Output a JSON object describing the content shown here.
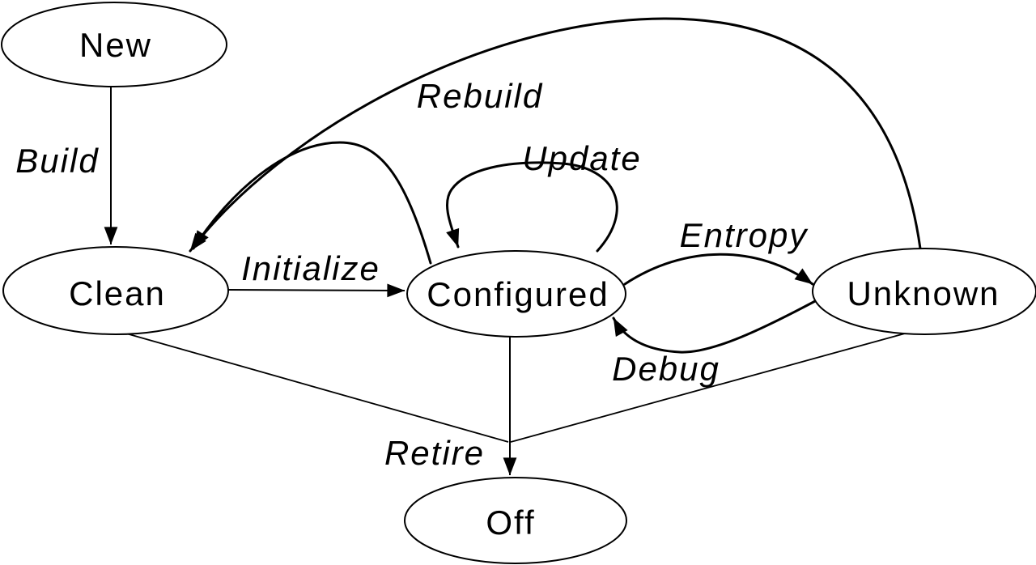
{
  "diagram": {
    "type": "state-transition-diagram",
    "colors": {
      "line": "#000000",
      "text": "#000000",
      "background": "#ffffff"
    },
    "nodes": [
      {
        "id": "new",
        "label": "New"
      },
      {
        "id": "clean",
        "label": "Clean"
      },
      {
        "id": "configured",
        "label": "Configured"
      },
      {
        "id": "unknown",
        "label": "Unknown"
      },
      {
        "id": "off",
        "label": "Off"
      }
    ],
    "edges": [
      {
        "id": "build",
        "label": "Build",
        "from": "New",
        "to": "Clean"
      },
      {
        "id": "initialize",
        "label": "Initialize",
        "from": "Clean",
        "to": "Configured"
      },
      {
        "id": "update",
        "label": "Update",
        "from": "Configured",
        "to": "Configured"
      },
      {
        "id": "rebuild",
        "label": "Rebuild",
        "from": "Unknown",
        "to": "Clean"
      },
      {
        "id": "rebuild-branch",
        "label": "",
        "from": "Configured",
        "to": "Clean"
      },
      {
        "id": "entropy",
        "label": "Entropy",
        "from": "Configured",
        "to": "Unknown"
      },
      {
        "id": "debug",
        "label": "Debug",
        "from": "Unknown",
        "to": "Configured"
      },
      {
        "id": "retire",
        "label": "Retire",
        "from": "Clean, Configured, Unknown",
        "to": "Off"
      }
    ]
  }
}
